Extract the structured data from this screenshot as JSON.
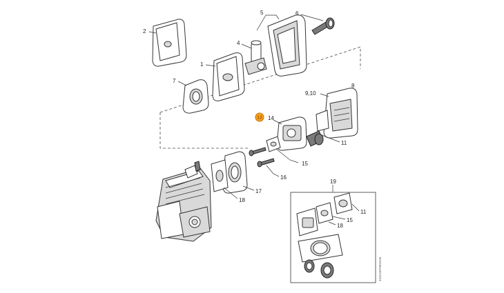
{
  "callouts": {
    "c1": "1",
    "c2": "2",
    "c4": "4",
    "c5": "5",
    "c6": "6",
    "c7": "7",
    "c8": "8",
    "c9_10": "9,10",
    "c11a": "11",
    "c12": "12",
    "c14": "14",
    "c15a": "15",
    "c16": "16",
    "c17": "17",
    "c18a": "18",
    "c19": "19",
    "c11b": "11",
    "c15b": "15",
    "c18b": "18"
  },
  "doc_code": "4231GET001KA0",
  "colors": {
    "highlight": "#f5a623",
    "highlight_border": "#c46f00"
  }
}
